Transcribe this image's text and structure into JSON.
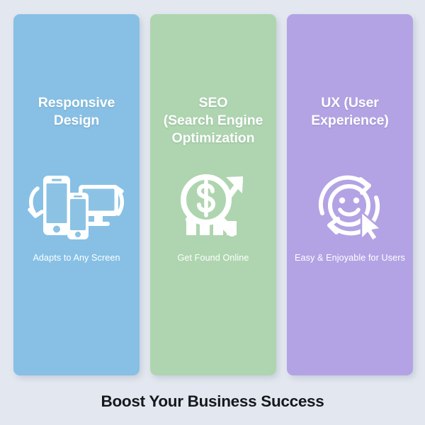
{
  "page": {
    "background_color": "#e3e8f0",
    "footer_title": "Boost Your Business Success",
    "footer_title_color": "#17181c"
  },
  "cards": [
    {
      "id": "responsive-design",
      "title": "Responsive\nDesign",
      "caption": "Adapts to Any Screen",
      "background_color": "#87c0e4",
      "text_color": "#ffffff",
      "icon_name": "responsive-devices-icon"
    },
    {
      "id": "seo",
      "title": "SEO\n(Search Engine\nOptimization",
      "caption": "Get Found Online",
      "background_color": "#aed5af",
      "text_color": "#ffffff",
      "icon_name": "seo-magnifier-dollar-growth-icon"
    },
    {
      "id": "ux",
      "title": "UX (User\nExperience)",
      "caption": "Easy & Enjoyable for Users",
      "background_color": "#b3a3e4",
      "text_color": "#ffffff",
      "icon_name": "ux-smiley-cursor-refresh-icon"
    }
  ]
}
